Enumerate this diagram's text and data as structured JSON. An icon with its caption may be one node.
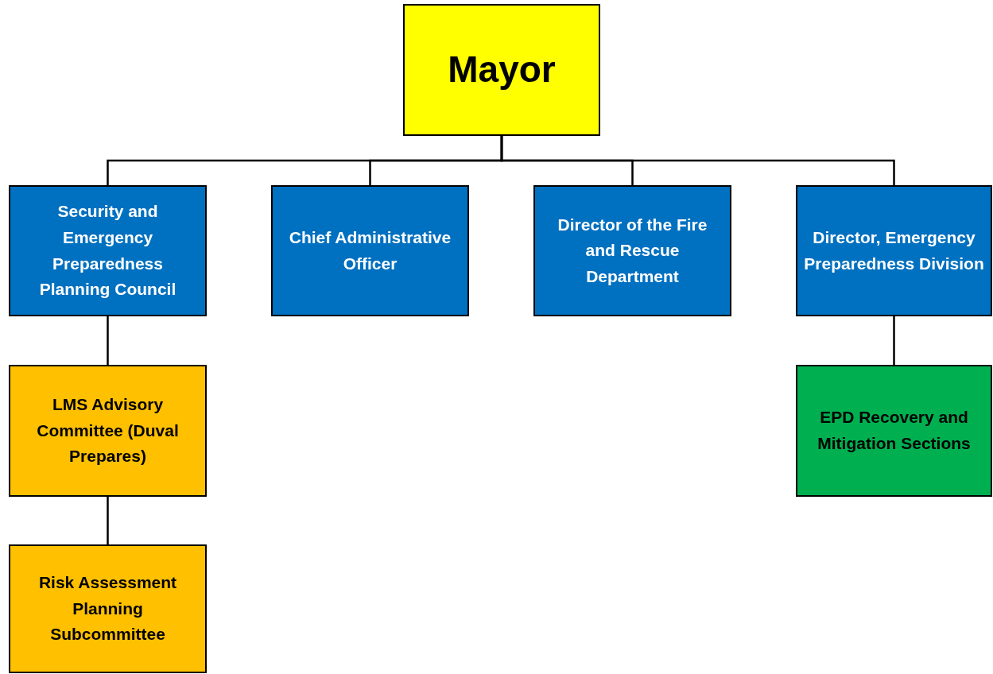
{
  "diagram": {
    "nodes": [
      {
        "text": [
          "Mayor"
        ]
      },
      {
        "text": [
          "Security and Emergency Preparedness Planning Council"
        ]
      },
      {
        "text": [
          "Chief Administrative Officer"
        ]
      },
      {
        "text": [
          "Director of the Fire and Rescue Department"
        ]
      },
      {
        "text": [
          "Director, Emergency Preparedness Division"
        ]
      },
      {
        "text": [
          "LMS Advisory Committee (Duval Prepares)"
        ]
      },
      {
        "text": [
          "Risk Assessment Planning Subcommittee"
        ]
      },
      {
        "text": [
          "EPD Recovery and Mitigation Sections"
        ]
      }
    ],
    "edges": [
      {
        "from": 0,
        "to": 1,
        "arrow": "none"
      },
      {
        "from": 0,
        "to": 2,
        "arrow": "none"
      },
      {
        "from": 0,
        "to": 3,
        "arrow": "none"
      },
      {
        "from": 0,
        "to": 4,
        "arrow": "none"
      },
      {
        "from": 1,
        "to": 5,
        "arrow": "none"
      },
      {
        "from": 5,
        "to": 6,
        "arrow": "none"
      },
      {
        "from": 4,
        "to": 7,
        "arrow": "none"
      }
    ]
  }
}
